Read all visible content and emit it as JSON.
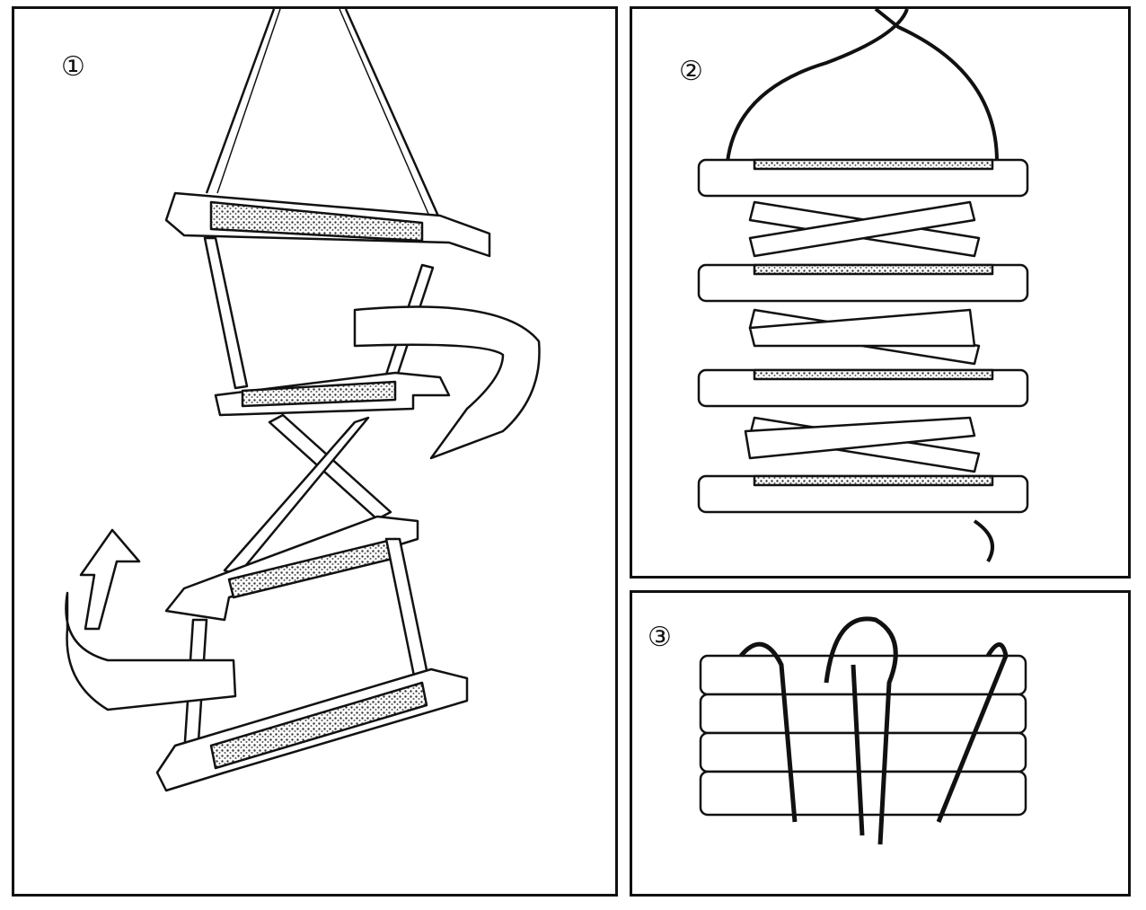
{
  "panels": [
    {
      "label": "①",
      "step": 1
    },
    {
      "label": "②",
      "step": 2
    },
    {
      "label": "③",
      "step": 3
    }
  ],
  "colors": {
    "ink": "#111111",
    "paper": "#ffffff",
    "texture": "#555555"
  }
}
